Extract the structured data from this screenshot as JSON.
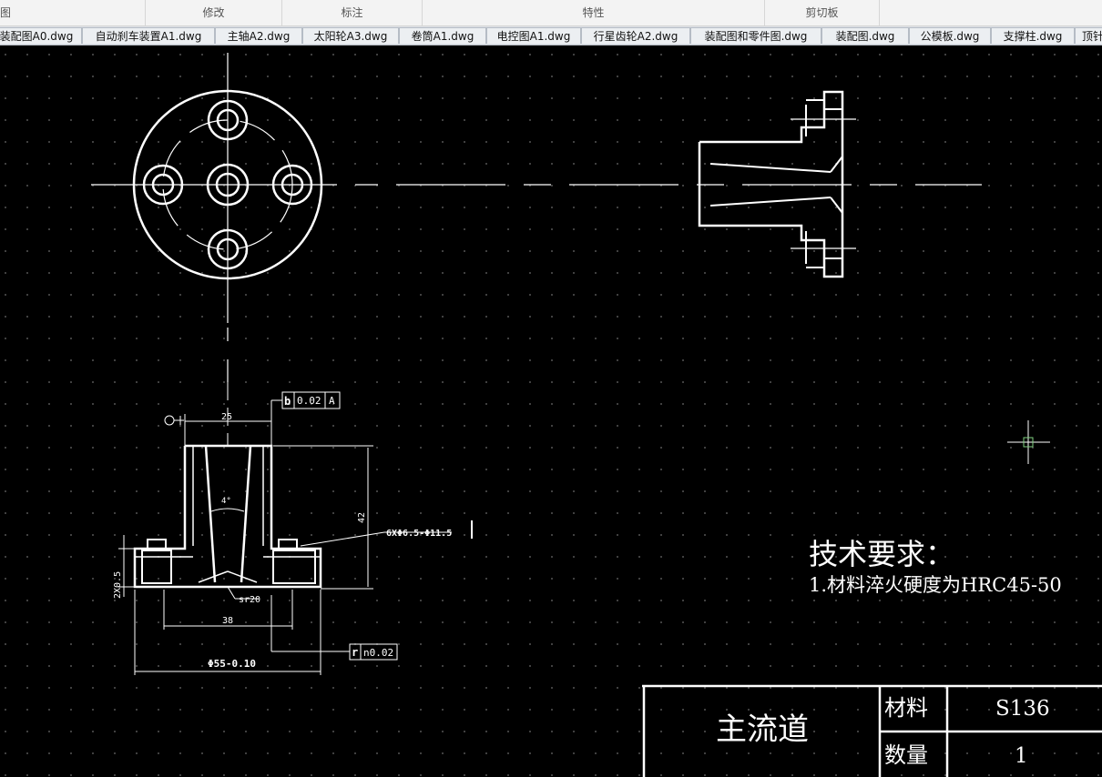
{
  "ribbon": {
    "groups": [
      {
        "label": "图"
      },
      {
        "label": "修改"
      },
      {
        "label": "标注"
      },
      {
        "label": "特性"
      },
      {
        "label": "剪切板"
      }
    ]
  },
  "file_tabs": [
    {
      "label": "装配图A0.dwg"
    },
    {
      "label": "自动刹车装置A1.dwg"
    },
    {
      "label": "主轴A2.dwg"
    },
    {
      "label": "太阳轮A3.dwg"
    },
    {
      "label": "卷筒A1.dwg"
    },
    {
      "label": "电控图A1.dwg"
    },
    {
      "label": "行星齿轮A2.dwg"
    },
    {
      "label": "装配图和零件图.dwg"
    },
    {
      "label": "装配图.dwg"
    },
    {
      "label": "公模板.dwg"
    },
    {
      "label": "支撑柱.dwg"
    },
    {
      "label": "顶针"
    }
  ],
  "drawing": {
    "dims": {
      "top_width": "25",
      "height": "42",
      "hole_note": "6XΦ6.5-Φ11.5",
      "bolt_circle": "38",
      "outer_dia": "Φ55-0.10",
      "flange_thk": "2X0.5",
      "sphere_r": "sr20",
      "taper": "4°"
    },
    "gdt_top": {
      "symbol": "b",
      "tol": "0.02",
      "datum": "A"
    },
    "gdt_bottom": {
      "symbol": "r",
      "tol": "n0.02"
    }
  },
  "tech_req": {
    "title": "技术要求：",
    "line1": "1.材料淬火硬度为HRC45-50"
  },
  "title_block": {
    "part_name": "主流道",
    "material_label": "材料",
    "material_value": "S136",
    "qty_label": "数量",
    "qty_value": "1"
  },
  "colors": {
    "background": "#000000",
    "lines": "#ffffff",
    "cursor": "#7fd07f"
  }
}
